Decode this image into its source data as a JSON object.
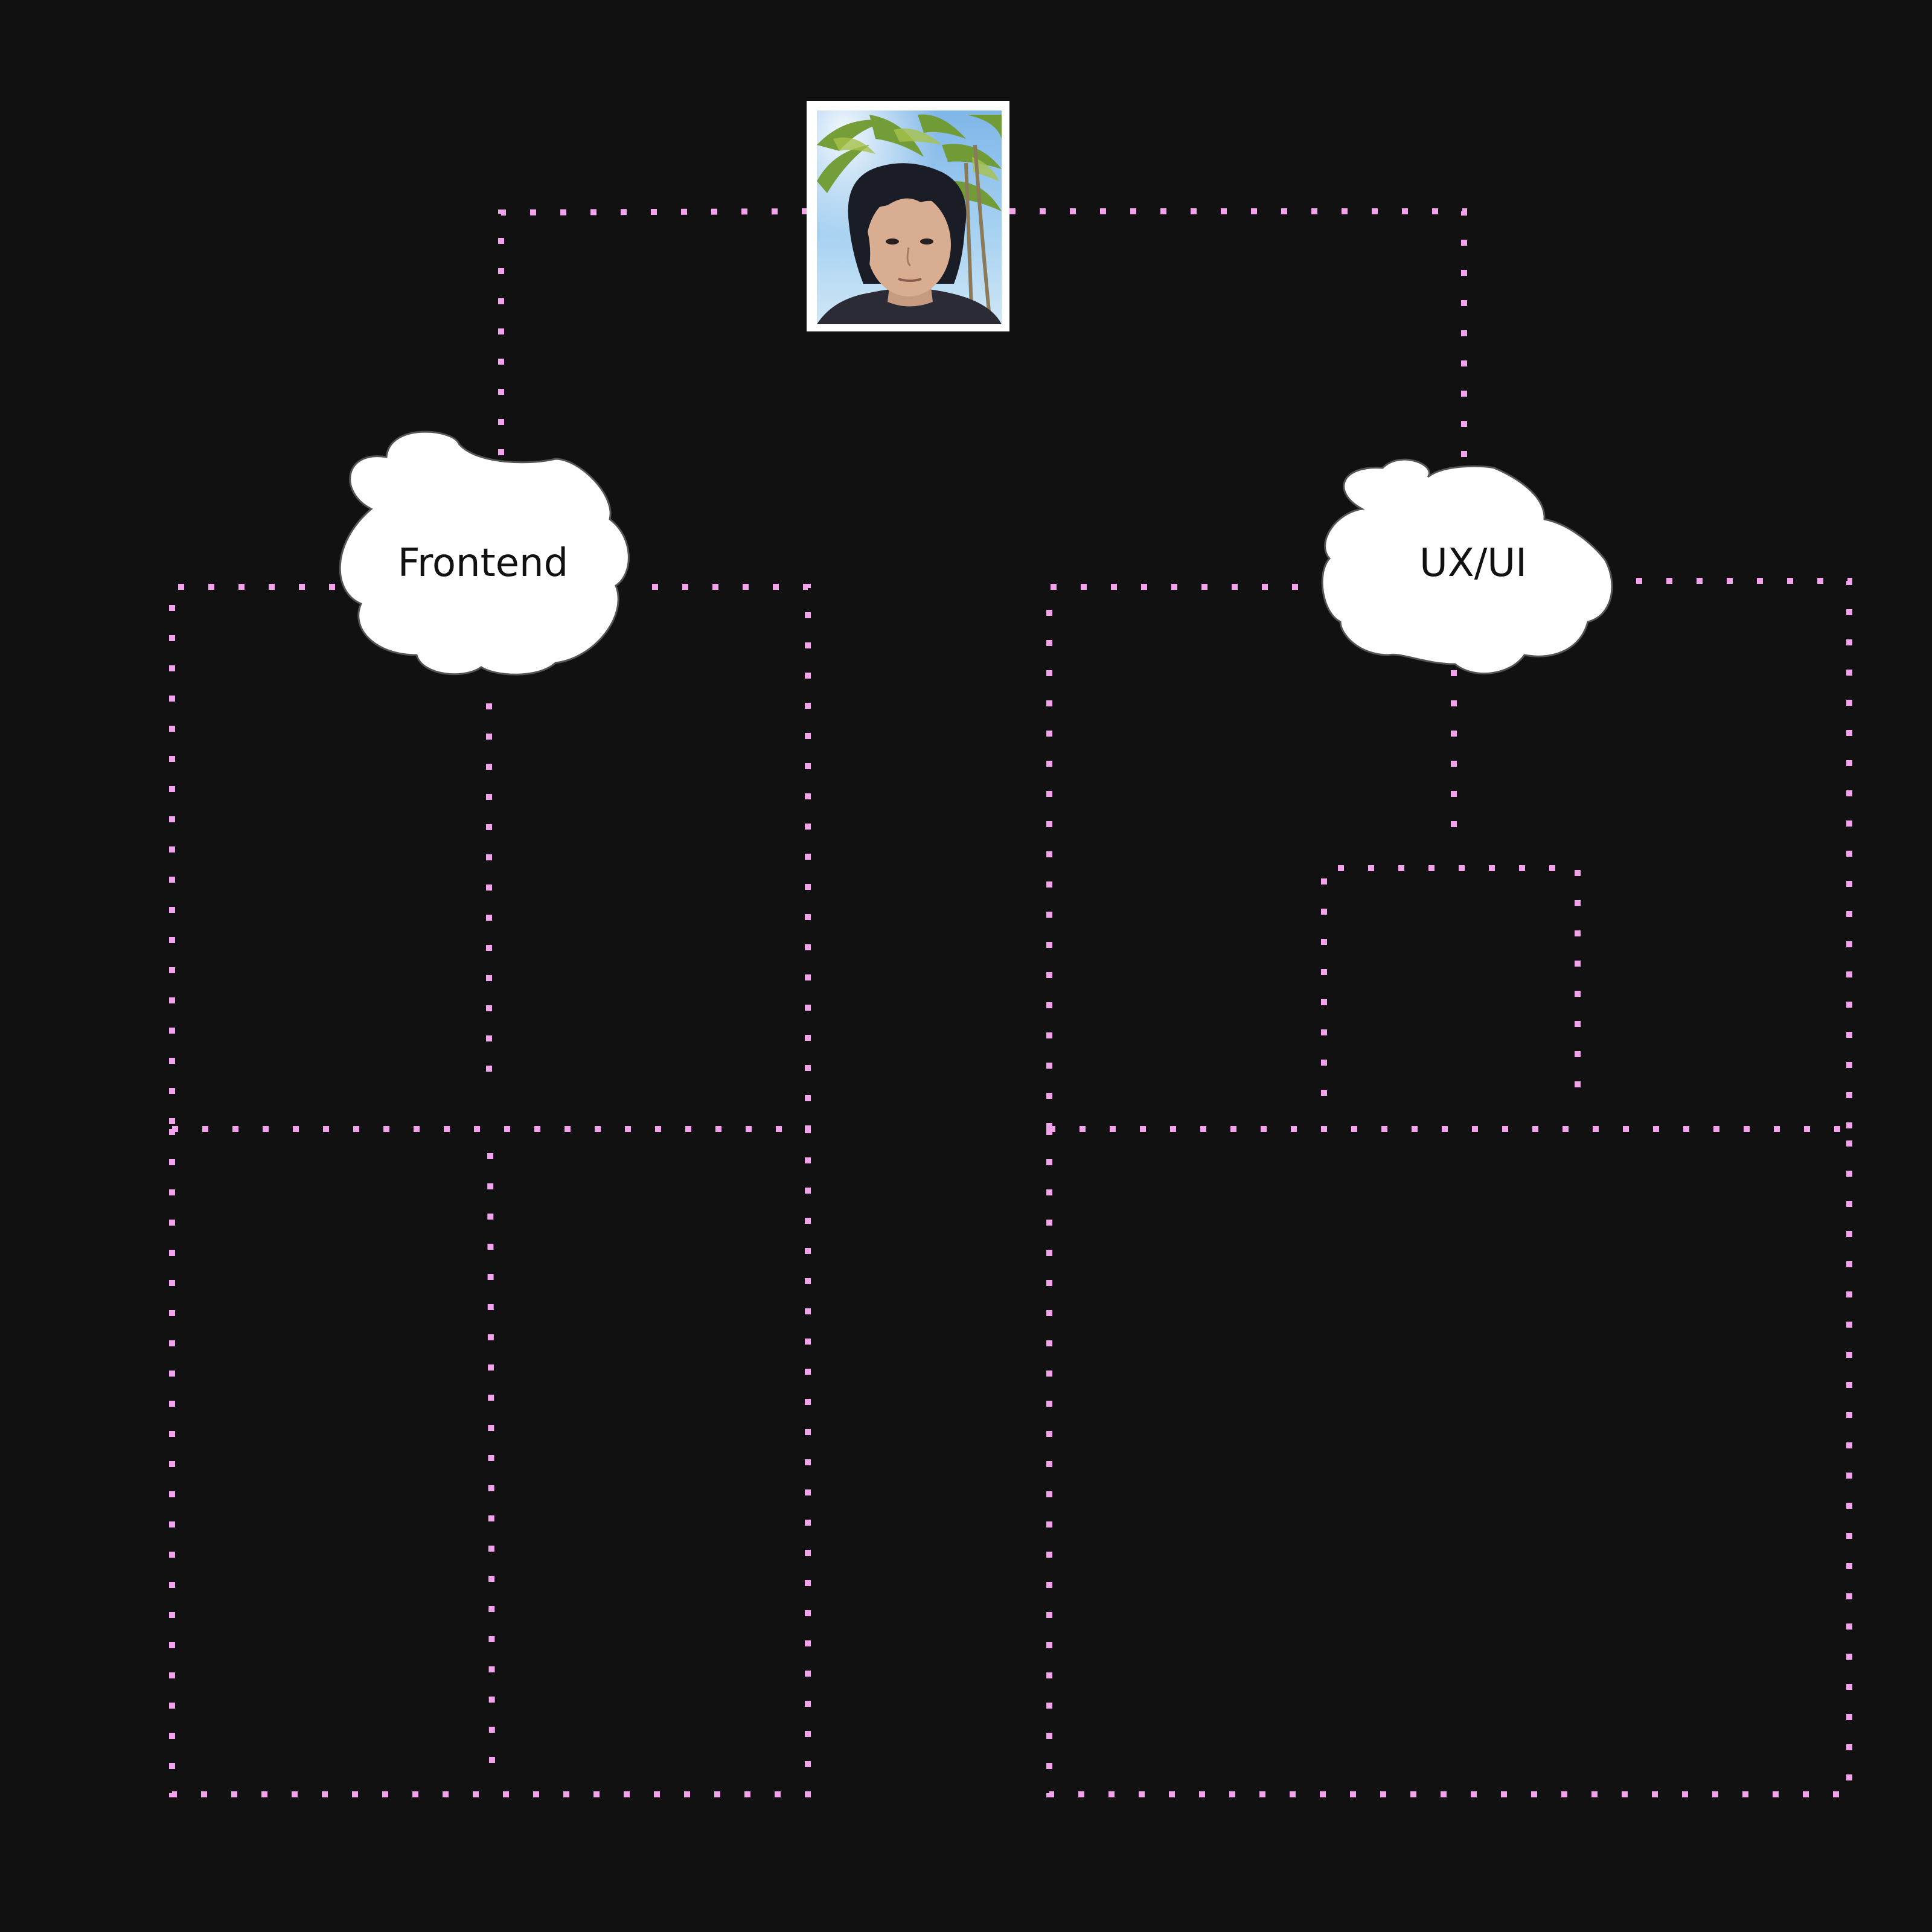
{
  "colors": {
    "background": "#111111",
    "connector": "#f2a3ec",
    "cloud_fill": "#ffffff",
    "cloud_stroke": "#555555",
    "label_text": "#111111"
  },
  "avatar": {
    "kind": "photo",
    "description_icon": "person-portrait-photo"
  },
  "nodes": {
    "frontend": {
      "label": "Frontend"
    },
    "uxui": {
      "label": "UX/UI"
    }
  }
}
